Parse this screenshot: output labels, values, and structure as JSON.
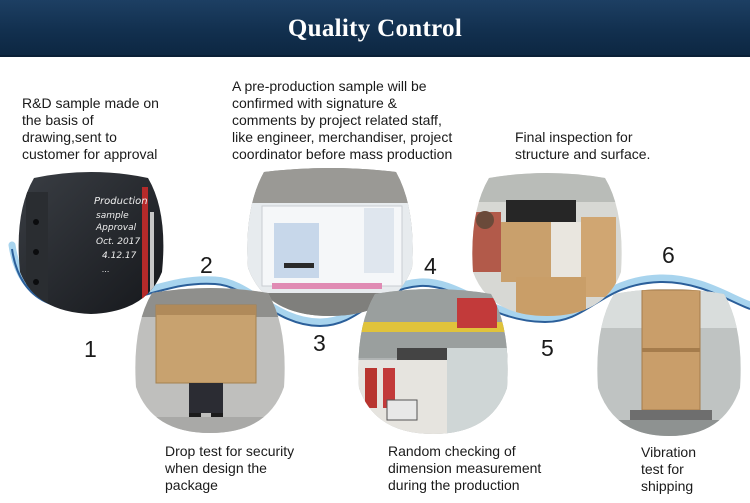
{
  "header": {
    "title": "Quality Control"
  },
  "steps": [
    {
      "number": "1",
      "caption_lines": [
        "R&D sample made on",
        "the basis of",
        "drawing,sent to",
        "customer for approval"
      ],
      "photo_handwriting": [
        "Production",
        "sample",
        "Approval",
        "Oct. 2017",
        "4.12.17",
        "..."
      ]
    },
    {
      "number": "2",
      "caption_lines": [
        "Drop test for security",
        "when design the",
        "package"
      ]
    },
    {
      "number": "3",
      "caption_lines": [
        "A pre-production sample will be",
        "confirmed with signature &",
        "comments by project related staff,",
        "like engineer, merchandiser, project",
        "coordinator before mass production"
      ]
    },
    {
      "number": "4",
      "caption_lines": [
        "Random checking of",
        "dimension measurement",
        "during the production"
      ]
    },
    {
      "number": "5",
      "caption_lines": [
        "Final inspection for",
        "structure and surface."
      ]
    },
    {
      "number": "6",
      "caption_lines": [
        "Vibration",
        "test for",
        "shipping"
      ]
    }
  ],
  "colors": {
    "banner": "#12304f",
    "wave_light": "#a8d4ee",
    "wave_dark": "#2b5f9a",
    "text": "#1a1a1a"
  }
}
